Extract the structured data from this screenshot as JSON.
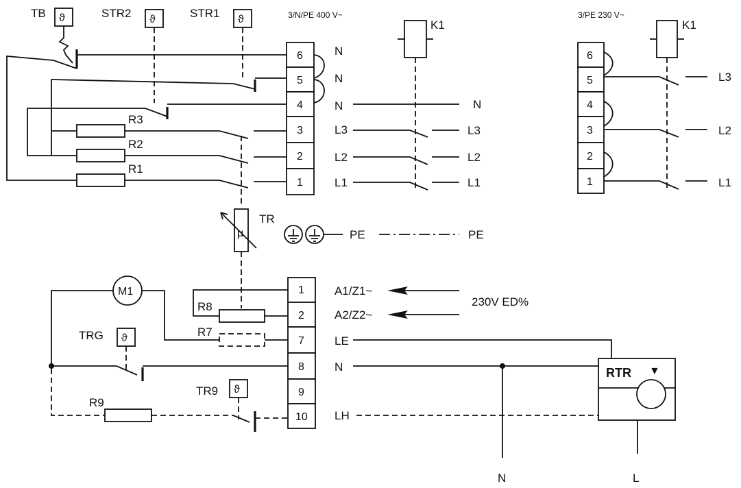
{
  "supply_labels": {
    "left": "3/N/PE 400 V~",
    "right": "3/PE 230 V~"
  },
  "thermostats": {
    "tb": "TB",
    "str2": "STR2",
    "str1": "STR1",
    "trg": "TRG",
    "tr9": "TR9",
    "symbol": "ϑ"
  },
  "relay": {
    "k1_left": "K1",
    "k1_right": "K1"
  },
  "resistors": {
    "r1": "R1",
    "r2": "R2",
    "r3": "R3",
    "r7": "R7",
    "r8": "R8",
    "r9": "R9"
  },
  "transformer": {
    "label": "TR",
    "symbol": "μ"
  },
  "motor": {
    "label": "M1"
  },
  "controller": {
    "label": "RTR",
    "marker": "▼"
  },
  "left_terminal_block": {
    "numbers": [
      "6",
      "5",
      "4",
      "3",
      "2",
      "1"
    ],
    "labels": [
      "N",
      "N",
      "N",
      "L3",
      "L2",
      "L1"
    ],
    "outputs": [
      "N",
      "L3",
      "L2",
      "L1"
    ]
  },
  "right_terminal_block": {
    "numbers": [
      "6",
      "5",
      "4",
      "3",
      "2",
      "1"
    ],
    "outputs": [
      "L3",
      "L2",
      "L1"
    ]
  },
  "pe": {
    "left": "PE",
    "right": "PE"
  },
  "control_terminal_block": {
    "numbers": [
      "1",
      "2",
      "7",
      "8",
      "9",
      "10"
    ],
    "labels": [
      "A1/Z1~",
      "A2/Z2~",
      "LE",
      "N",
      "LH"
    ]
  },
  "note": "230V ED%",
  "bottom_labels": {
    "n": "N",
    "l": "L"
  }
}
